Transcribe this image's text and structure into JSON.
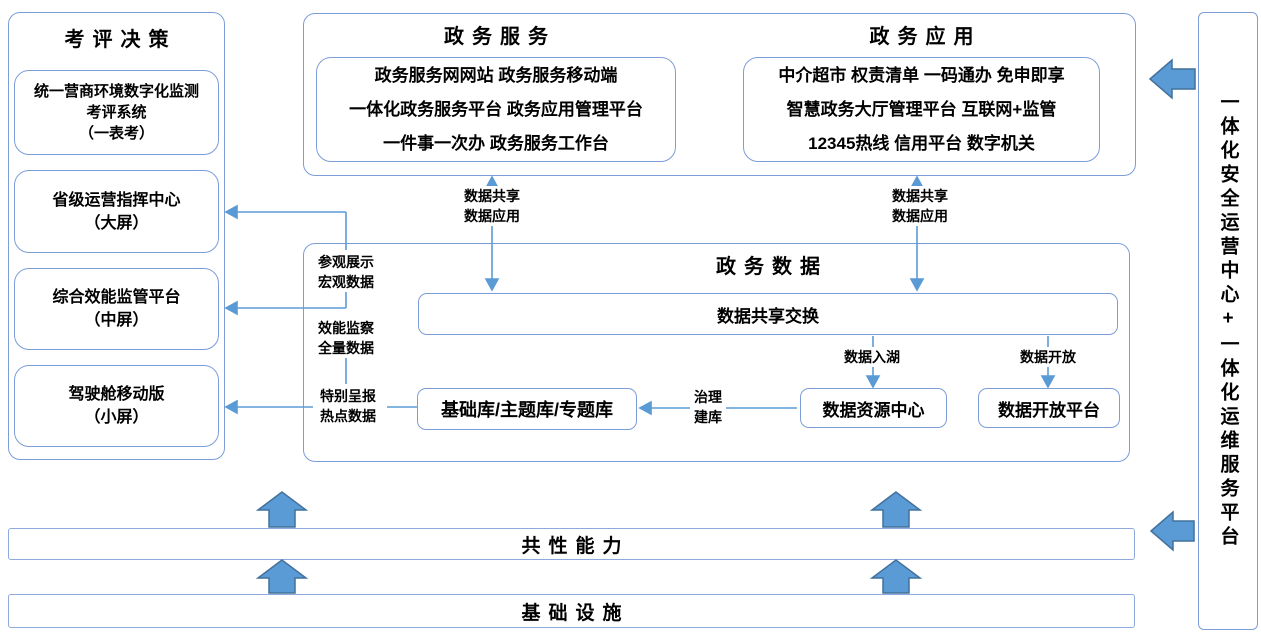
{
  "palette": {
    "box_border": "#7D9DD9",
    "thin_arrow": "#5B9BD5",
    "fat_arrow_fill": "#5B9BD5",
    "fat_arrow_border": "#41719C",
    "text": "#000000",
    "background": "#FFFFFF"
  },
  "left_panel": {
    "title": "考评决策",
    "boxes": [
      {
        "lines": [
          "统一营商环境数字化监测",
          "考评系统",
          "（一表考）"
        ]
      },
      {
        "lines": [
          "省级运营指挥中心",
          "（大屏）"
        ]
      },
      {
        "lines": [
          "综合效能监管平台",
          "（中屏）"
        ]
      },
      {
        "lines": [
          "驾驶舱移动版",
          "（小屏）"
        ]
      }
    ]
  },
  "top_panel": {
    "service": {
      "title": "政务服务",
      "lines": [
        "政务服务网网站 政务服务移动端",
        "一体化政务服务平台 政务应用管理平台",
        "一件事一次办 政务服务工作台"
      ]
    },
    "application": {
      "title": "政务应用",
      "lines": [
        "中介超市 权责清单 一码通办 免申即享",
        "智慧政务大厅管理平台 互联网+监管",
        "12345热线 信用平台 数字机关"
      ]
    }
  },
  "data_panel": {
    "title": "政务数据",
    "exchange_bar": "数据共享交换",
    "db_box": "基础库/主题库/专题库",
    "resource_box": "数据资源中心",
    "open_box": "数据开放平台",
    "labels": {
      "share_left": [
        "数据共享",
        "数据应用"
      ],
      "share_right": [
        "数据共享",
        "数据应用"
      ],
      "view": [
        "参观展示",
        "宏观数据"
      ],
      "monitor": [
        "效能监察",
        "全量数据"
      ],
      "report": [
        "特别呈报",
        "热点数据"
      ],
      "govern": [
        "治理",
        "建库"
      ],
      "lake": "数据入湖",
      "open": "数据开放"
    }
  },
  "bottom": {
    "capability_bar": "共性能力",
    "infrastructure_bar": "基础设施"
  },
  "right_panel": {
    "label": "一体化安全运营中心+一体化运维服务平台"
  }
}
